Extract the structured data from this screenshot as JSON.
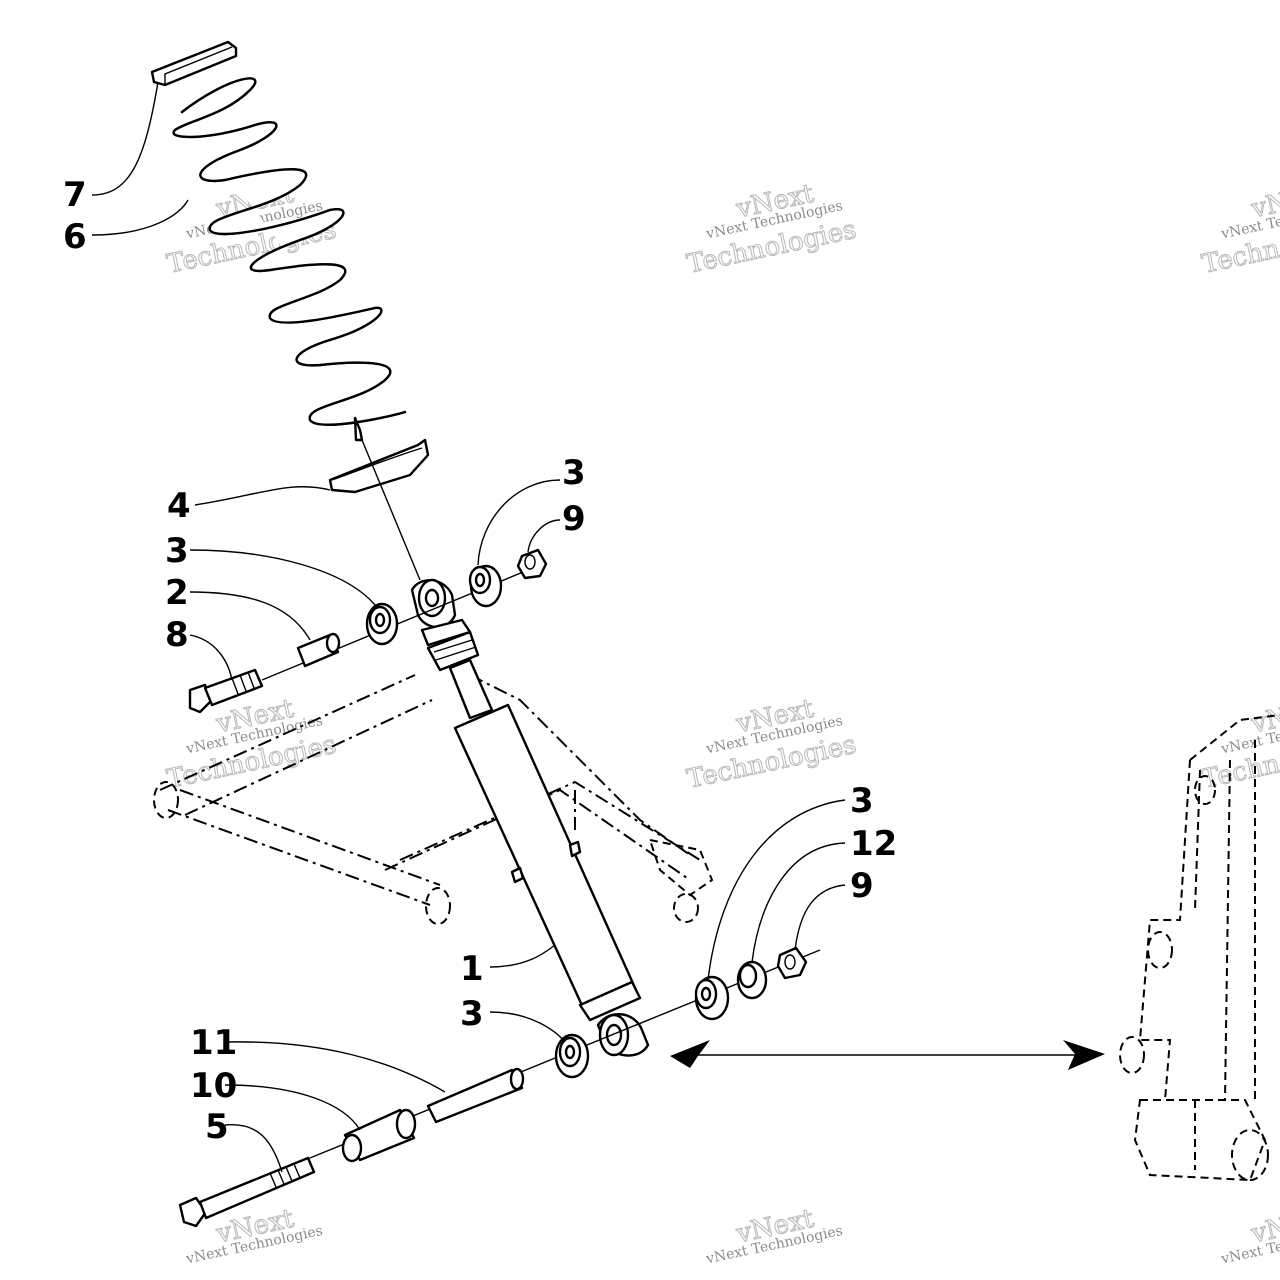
{
  "diagram": {
    "callouts": [
      {
        "id": "c7",
        "label": "7"
      },
      {
        "id": "c6",
        "label": "6"
      },
      {
        "id": "c4",
        "label": "4"
      },
      {
        "id": "c3a",
        "label": "3"
      },
      {
        "id": "c2",
        "label": "2"
      },
      {
        "id": "c8",
        "label": "8"
      },
      {
        "id": "c3b",
        "label": "3"
      },
      {
        "id": "c9a",
        "label": "9"
      },
      {
        "id": "c3c",
        "label": "3"
      },
      {
        "id": "c12",
        "label": "12"
      },
      {
        "id": "c9b",
        "label": "9"
      },
      {
        "id": "c1",
        "label": "1"
      },
      {
        "id": "c3d",
        "label": "3"
      },
      {
        "id": "c11",
        "label": "11"
      },
      {
        "id": "c10",
        "label": "10"
      },
      {
        "id": "c5",
        "label": "5"
      }
    ]
  },
  "watermark": {
    "brand": "vNext",
    "line1": "vNext Technologies",
    "line2": "Technologies"
  }
}
